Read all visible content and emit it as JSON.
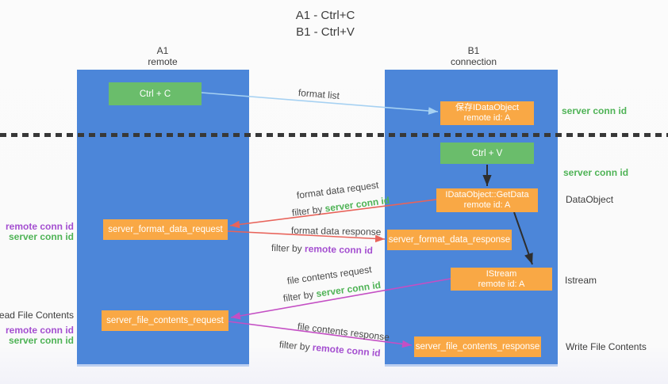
{
  "title": {
    "line1": "A1 - Ctrl+C",
    "line2": "B1 - Ctrl+V"
  },
  "lanes": {
    "left": {
      "title": "A1",
      "subtitle": "remote"
    },
    "right": {
      "title": "B1",
      "subtitle": "connection"
    }
  },
  "nodes": {
    "ctrl_c": {
      "label": "Ctrl + C"
    },
    "save_idataobject": {
      "line1": "保存IDataObject",
      "line2": "remote id: A"
    },
    "ctrl_v": {
      "label": "Ctrl + V"
    },
    "getdata": {
      "line1": "IDataObject::GetData",
      "line2": "remote id: A"
    },
    "format_request": {
      "label": "server_format_data_request"
    },
    "format_response": {
      "label": "server_format_data_response"
    },
    "istream": {
      "line1": "IStream",
      "line2": "remote id: A"
    },
    "file_request": {
      "label": "server_file_contents_request"
    },
    "file_response": {
      "label": "server_file_contents_response"
    }
  },
  "annotations": {
    "right": {
      "server_conn_id_top": "server conn id",
      "server_conn_id_mid": "server conn id",
      "dataobject": "DataObject",
      "istream": "Istream",
      "write_file_contents": "Write File Contents"
    },
    "left": {
      "remote_conn_id_top": "remote conn id",
      "server_conn_id_top": "server conn id",
      "read_file_contents": "Read File Contents",
      "remote_conn_id_bottom": "remote conn id",
      "server_conn_id_bottom": "server conn id"
    }
  },
  "flows": {
    "format_list": {
      "label": "format list"
    },
    "format_data_request": {
      "label": "format data request",
      "filter_prefix": "filter by ",
      "filter_key": "server conn id"
    },
    "format_data_response": {
      "label": "format data response",
      "filter_prefix": "filter by ",
      "filter_key": "remote conn id"
    },
    "file_contents_request": {
      "label": "file contents request",
      "filter_prefix": "filter by ",
      "filter_key": "server conn id"
    },
    "file_contents_response": {
      "label": "file contents response",
      "filter_prefix": "filter by ",
      "filter_key": "remote conn id"
    }
  },
  "colors": {
    "lane_blue": "#4c86d9",
    "node_green": "#6abd6b",
    "node_orange": "#f9a845",
    "text_green": "#4fb356",
    "text_purple": "#a44fd0",
    "arrow_red": "#e8635a",
    "arrow_magenta": "#c44fc4",
    "arrow_light_blue": "#a6d1f2",
    "arrow_black": "#2e2e2e"
  }
}
